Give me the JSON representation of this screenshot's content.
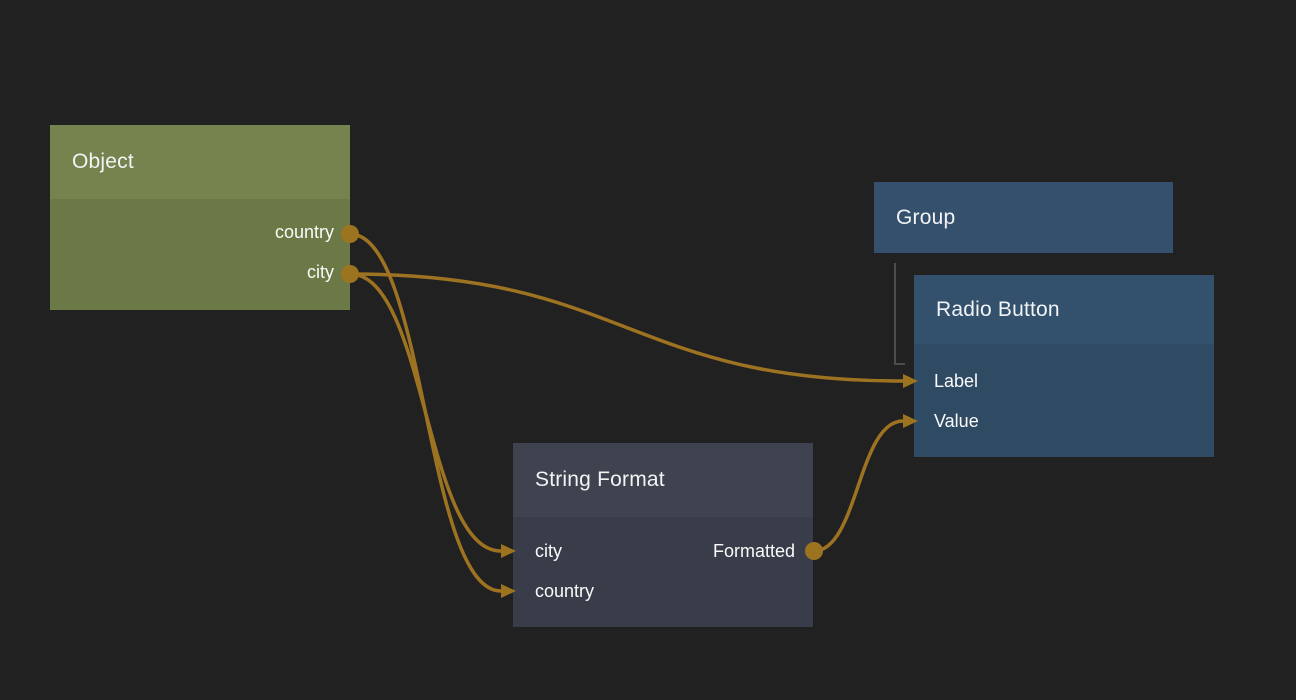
{
  "canvas": {
    "background_color": "#212121",
    "wire_color": "#9d7322",
    "port_color": "#9c741f",
    "group_link_color": "#4d4d4d"
  },
  "nodes": [
    {
      "id": "object",
      "title": "Object",
      "header_color": "#75834f",
      "body_color": "#6b7947",
      "outputs": [
        {
          "label": "country"
        },
        {
          "label": "city"
        }
      ]
    },
    {
      "id": "group",
      "title": "Group",
      "header_color": "#34506c"
    },
    {
      "id": "radio-button",
      "title": "Radio Button",
      "header_color": "#33506d",
      "body_color": "#2f4a63",
      "inputs": [
        {
          "label": "Label"
        },
        {
          "label": "Value"
        }
      ]
    },
    {
      "id": "string-format",
      "title": "String Format",
      "header_color": "#3f4350",
      "body_color": "#393d49",
      "inputs": [
        {
          "label": "city"
        },
        {
          "label": "country"
        }
      ],
      "outputs": [
        {
          "label": "Formatted"
        }
      ]
    }
  ],
  "edges": [
    {
      "from": "object.country",
      "to": "string-format.country"
    },
    {
      "from": "object.city",
      "to": "string-format.city"
    },
    {
      "from": "object.city",
      "to": "radio-button.Label"
    },
    {
      "from": "string-format.Formatted",
      "to": "radio-button.Value"
    },
    {
      "from": "group",
      "to": "radio-button",
      "kind": "group-link"
    }
  ]
}
